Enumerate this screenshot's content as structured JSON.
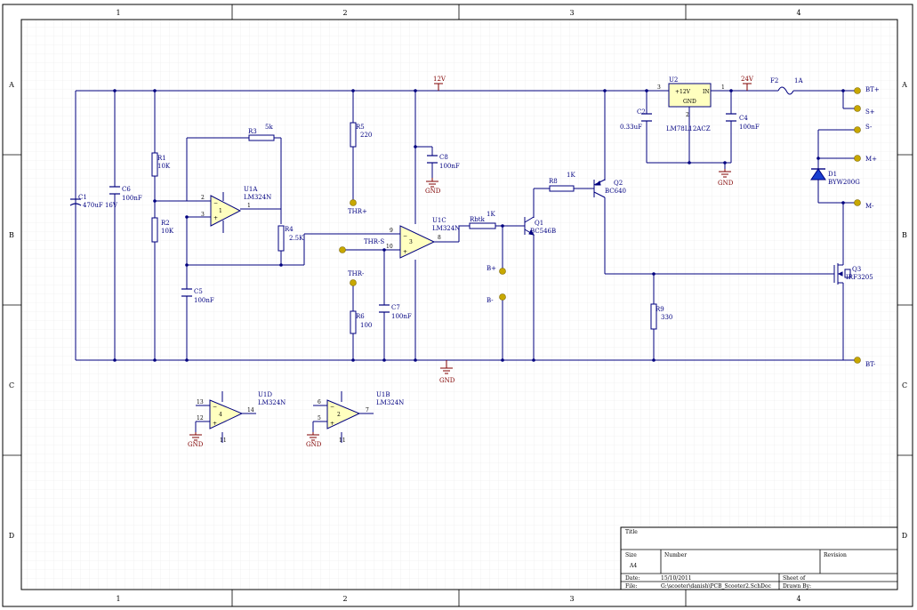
{
  "colors": {
    "wire": "#00007f",
    "component": "#00007f",
    "power": "#800000",
    "port_dot": "#c8a800",
    "diode_fill": "#1a3fd0",
    "ic_fill": "#ffffbf",
    "grid": "#e6e6e6",
    "border": "#000000"
  },
  "border": {
    "columns": [
      "1",
      "2",
      "3",
      "4"
    ],
    "rows": [
      "A",
      "B",
      "C",
      "D"
    ]
  },
  "power": {
    "v12": "12V",
    "v24": "24V",
    "gnd": "GND"
  },
  "components": {
    "C1": {
      "ref": "C1",
      "value": "470uF 16V"
    },
    "C6": {
      "ref": "C6",
      "value": "100nF"
    },
    "R1": {
      "ref": "R1",
      "value": "10K"
    },
    "R2": {
      "ref": "R2",
      "value": "10K"
    },
    "R3": {
      "ref": "R3",
      "value": "5k"
    },
    "R4": {
      "ref": "R4",
      "value": "2.5K"
    },
    "U1A": {
      "ref": "U1A",
      "value": "LM324N",
      "pins": [
        "2",
        "3",
        "1"
      ]
    },
    "C5": {
      "ref": "C5",
      "value": "100nF"
    },
    "R5": {
      "ref": "R5",
      "value": "220"
    },
    "R6": {
      "ref": "R6",
      "value": "100"
    },
    "C7": {
      "ref": "C7",
      "value": "100nF"
    },
    "C8": {
      "ref": "C8",
      "value": "100nF"
    },
    "U1C": {
      "ref": "U1C",
      "value": "LM324N",
      "pins": [
        "9",
        "10",
        "8",
        "3"
      ]
    },
    "Rbtk": {
      "ref": "Rbtk",
      "value": "1K"
    },
    "Q1": {
      "ref": "Q1",
      "value": "BC546B"
    },
    "R8": {
      "ref": "R8",
      "value": "1K"
    },
    "Q2": {
      "ref": "Q2",
      "value": "BC640"
    },
    "U2": {
      "ref": "U2",
      "pin_out": "+12V",
      "pin_in": "IN",
      "pin_gnd": "GND",
      "part": "LM78L12ACZ",
      "pins": [
        "3",
        "2",
        "1"
      ]
    },
    "C2": {
      "ref": "C2",
      "value": "0.33uF"
    },
    "C4": {
      "ref": "C4",
      "value": "100nF"
    },
    "F2": {
      "ref": "F2",
      "value": "1A"
    },
    "D1": {
      "ref": "D1",
      "value": "BYW200G"
    },
    "Q3": {
      "ref": "Q3",
      "value": "IRF3205"
    },
    "R9": {
      "ref": "R9",
      "value": "330"
    },
    "U1D": {
      "ref": "U1D",
      "value": "LM324N",
      "pins": [
        "13",
        "12",
        "14",
        "4",
        "11"
      ]
    },
    "U1B": {
      "ref": "U1B",
      "value": "LM324N",
      "pins": [
        "6",
        "5",
        "7",
        "2",
        "11"
      ]
    }
  },
  "ports": {
    "thr_plus": "THR+",
    "thr_s": "THR-S",
    "thr_minus": "THR-",
    "b_plus": "B+",
    "b_minus": "B-",
    "bt_plus": "BT+",
    "s_plus": "S+",
    "s_minus": "S-",
    "m_plus": "M+",
    "m_minus": "M-",
    "bt_minus": "BT-"
  },
  "title_block": {
    "title_label": "Title",
    "size_label": "Size",
    "size_value": "A4",
    "number_label": "Number",
    "revision_label": "Revision",
    "date_label": "Date:",
    "date_value": "15/10/2011",
    "file_label": "File:",
    "file_value": "G:\\scooter\\danish\\PCB_Scooter2.SchDoc",
    "sheet_label": "Sheet    of",
    "drawn_label": "Drawn By:"
  }
}
